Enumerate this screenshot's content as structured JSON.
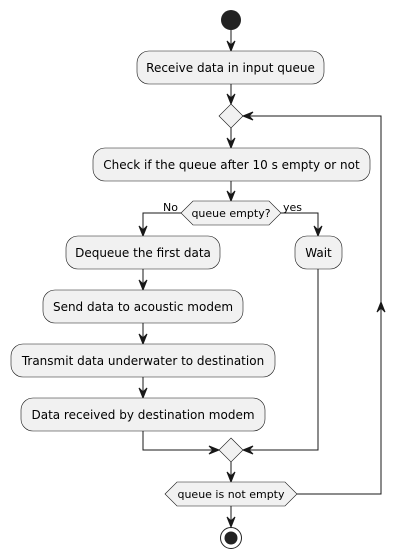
{
  "diagram": {
    "type": "activity-diagram",
    "nodes": {
      "receive": "Receive data in input queue",
      "check": "Check if the queue after 10 s empty or not",
      "decision": "queue empty?",
      "dequeue": "Dequeue the first data",
      "send": "Send data to acoustic modem",
      "transmit": "Transmit data underwater to destination",
      "received": "Data received by destination modem",
      "wait": "Wait",
      "loop_condition": "queue is not empty"
    },
    "branch_labels": {
      "no": "No",
      "yes": "yes"
    }
  }
}
